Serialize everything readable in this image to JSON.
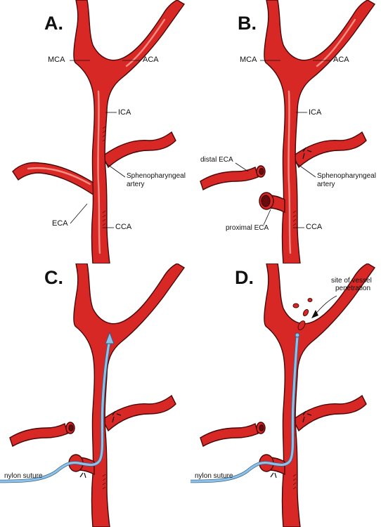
{
  "panels": {
    "a": {
      "label": "A.",
      "labels": {
        "mca": "MCA",
        "aca": "ACA",
        "ica": "ICA",
        "spa_line1": "Sphenopharyngeal",
        "spa_line2": "artery",
        "eca": "ECA",
        "cca": "CCA"
      }
    },
    "b": {
      "label": "B.",
      "labels": {
        "mca": "MCA",
        "aca": "ACA",
        "ica": "ICA",
        "distal_eca": "distal ECA",
        "spa_line1": "Sphenopharyngeal",
        "spa_line2": "artery",
        "proximal_eca": "proximal ECA",
        "cca": "CCA"
      }
    },
    "c": {
      "label": "C.",
      "labels": {
        "nylon_suture": "nylon suture"
      }
    },
    "d": {
      "label": "D.",
      "labels": {
        "site_line1": "site of vessel",
        "site_line2": "penetration",
        "nylon_suture": "nylon suture"
      }
    }
  },
  "colors": {
    "vessel": "#d82826",
    "vessel_outline": "#4a0606",
    "suture": "#8fc0e6"
  }
}
